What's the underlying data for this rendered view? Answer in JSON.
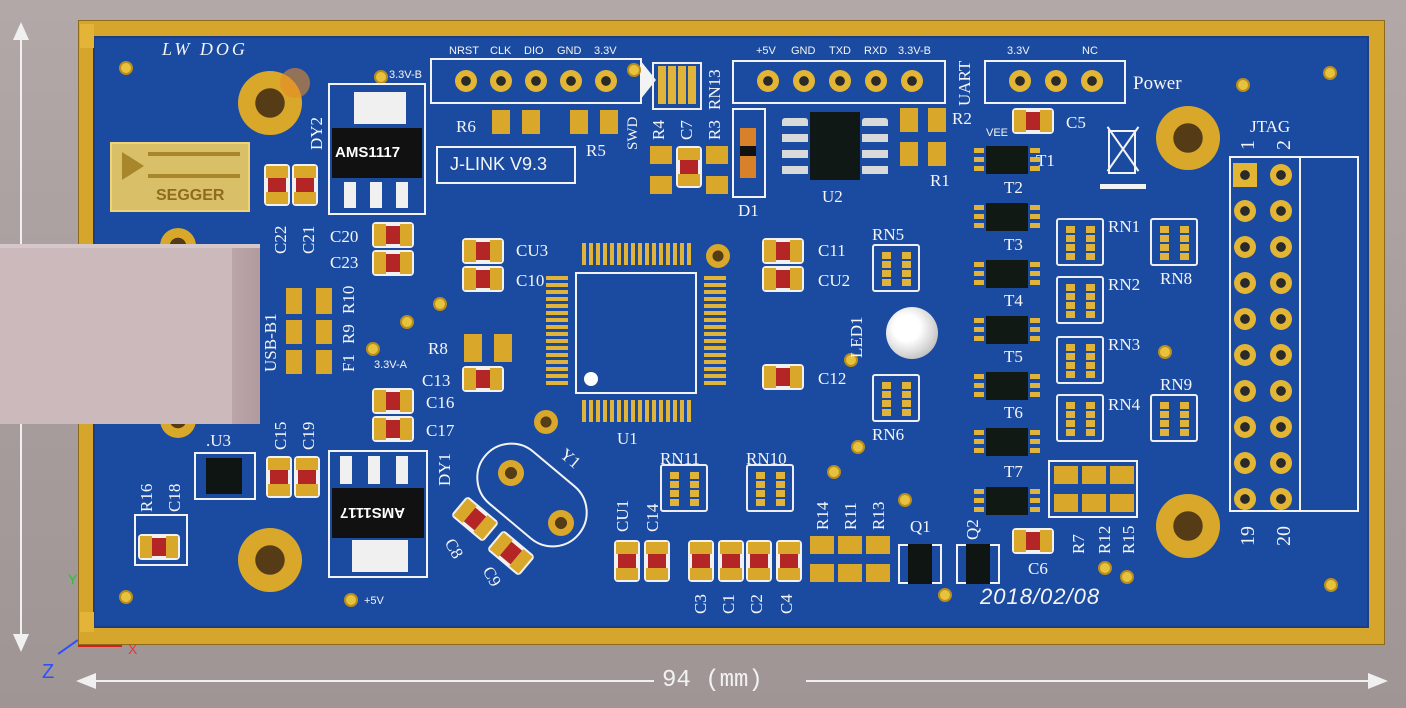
{
  "board": {
    "signature": "LW DOG",
    "logo_text": "SEGGER",
    "product_label": "J-LINK V9.3",
    "date": "2018/02/08",
    "dimension_label": "94 (mm)",
    "power_header_title": "Power"
  },
  "headers": {
    "swd_pins": [
      "NRST",
      "CLK",
      "DIO",
      "GND",
      "3.3V"
    ],
    "swd_label": "SWD",
    "uart_pins": [
      "+5V",
      "GND",
      "TXD",
      "RXD",
      "3.3V-B"
    ],
    "uart_label": "UART",
    "power_pins": [
      "3.3V",
      "NC"
    ],
    "jtag_label": "JTAG",
    "jtag_numbers": [
      "1",
      "2",
      "19",
      "20"
    ]
  },
  "regulators": {
    "dy2": {
      "ref": "DY2",
      "part": "AMS1117",
      "rail": "3.3V-B"
    },
    "dy1": {
      "ref": "DY1",
      "part": "AMS1117",
      "rail": "+5V"
    }
  },
  "designators": {
    "rail_a": "3.3V-A",
    "usb": "USB-B1",
    "fuse": "F1",
    "mcu": "U1",
    "buffer": "U2",
    "u3": ".U3",
    "crystal": "Y1",
    "led": "LED1",
    "diode": "D1",
    "vee": "VEE",
    "rn13": "RN13",
    "transistors": [
      "T1",
      "T2",
      "T3",
      "T4",
      "T5",
      "T6",
      "T7"
    ],
    "q": [
      "Q1",
      "Q2"
    ],
    "resistors": [
      "R1",
      "R2",
      "R3",
      "R4",
      "R5",
      "R6",
      "R7",
      "R8",
      "R9",
      "R10",
      "R11",
      "R12",
      "R13",
      "R14",
      "R15",
      "R16"
    ],
    "caps": [
      "C1",
      "C2",
      "C3",
      "C4",
      "C5",
      "C6",
      "C7",
      "C8",
      "C9",
      "C10",
      "C11",
      "C12",
      "C13",
      "C14",
      "C15",
      "C16",
      "C17",
      "C18",
      "C19",
      "C20",
      "C21",
      "C22",
      "C23",
      "CU1",
      "CU2",
      "CU3"
    ],
    "arrays": [
      "RN1",
      "RN2",
      "RN3",
      "RN4",
      "RN5",
      "RN6",
      "RN8",
      "RN9",
      "RN10",
      "RN11"
    ]
  },
  "axes": {
    "x": "X",
    "y": "Y",
    "z": "Z"
  },
  "colors": {
    "board": "#1b4ba0",
    "copper": "#d9a72a",
    "silkscreen": "#f3f3f3"
  }
}
